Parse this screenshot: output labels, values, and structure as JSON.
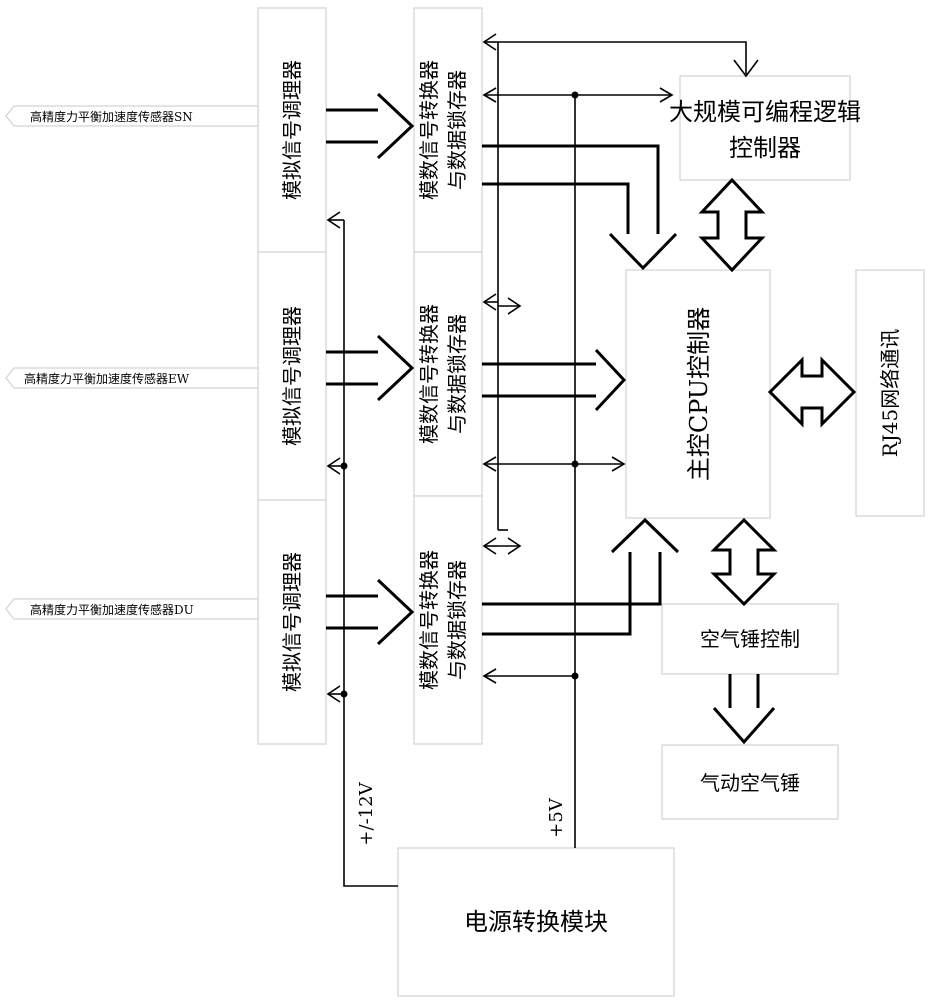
{
  "sensors": {
    "sn": "高精度力平衡加速度传感器SN",
    "ew": "高精度力平衡加速度传感器EW",
    "du": "高精度力平衡加速度传感器DU"
  },
  "conditioner_label": "模拟信号调理器",
  "adc": {
    "line1": "模数信号转换器",
    "line2": "与数据锁存器"
  },
  "fpga": {
    "line1": "大规模可编程逻辑",
    "line2": "控制器"
  },
  "cpu_label": "主控CPU控制器",
  "rj45_label": "RJ45网络通讯",
  "air_hammer_control": "空气锤控制",
  "pneumatic_hammer": "气动空气锤",
  "power_module": "电源转换模块",
  "voltage_12": "+/-12V",
  "voltage_5": "+5V"
}
